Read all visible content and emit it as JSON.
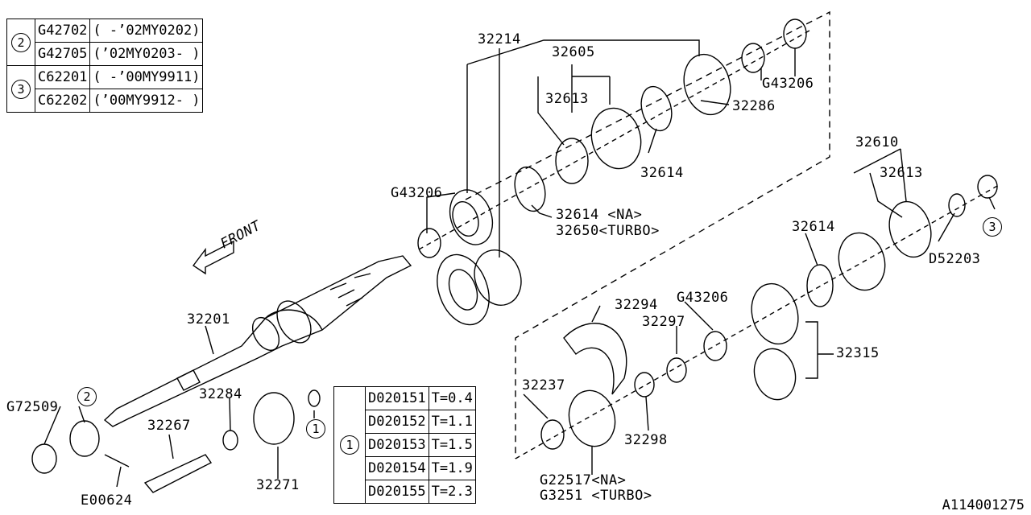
{
  "table_top": {
    "rows": [
      {
        "mark": "2",
        "code": "G42702",
        "range": "( -’02MY0202)"
      },
      {
        "mark": "",
        "code": "G42705",
        "range": "(’02MY0203- )"
      },
      {
        "mark": "3",
        "code": "C62201",
        "range": "( -’00MY9911)"
      },
      {
        "mark": "",
        "code": "C62202",
        "range": "(’00MY9912- )"
      }
    ]
  },
  "table_bottom": {
    "mark": "1",
    "rows": [
      {
        "code": "D020151",
        "t": "T=0.4"
      },
      {
        "code": "D020152",
        "t": "T=1.1"
      },
      {
        "code": "D020153",
        "t": "T=1.5"
      },
      {
        "code": "D020154",
        "t": "T=1.9"
      },
      {
        "code": "D020155",
        "t": "T=2.3"
      }
    ]
  },
  "labels": {
    "p32214": "32214",
    "p32605": "32605",
    "p32613a": "32613",
    "g43206a": "G43206",
    "p32286": "32286",
    "p32614a": "32614",
    "g43206b": "G43206",
    "p32614na": "32614 <NA>",
    "p32650": "32650<TURBO>",
    "p32610": "32610",
    "p32613b": "32613",
    "p32614b": "32614",
    "d52203": "D52203",
    "c3": "3",
    "front": "FRONT",
    "p32201": "32201",
    "p32294": "32294",
    "g43206c": "G43206",
    "p32297": "32297",
    "p32315": "32315",
    "p32237": "32237",
    "p32298": "32298",
    "g22517": "G22517<NA>",
    "g3251": "G3251  <TURBO>",
    "g72509": "G72509",
    "c2": "2",
    "p32284": "32284",
    "p32267": "32267",
    "c1": "1",
    "p32271": "32271",
    "e00624": "E00624"
  },
  "ref_id": "A114001275"
}
